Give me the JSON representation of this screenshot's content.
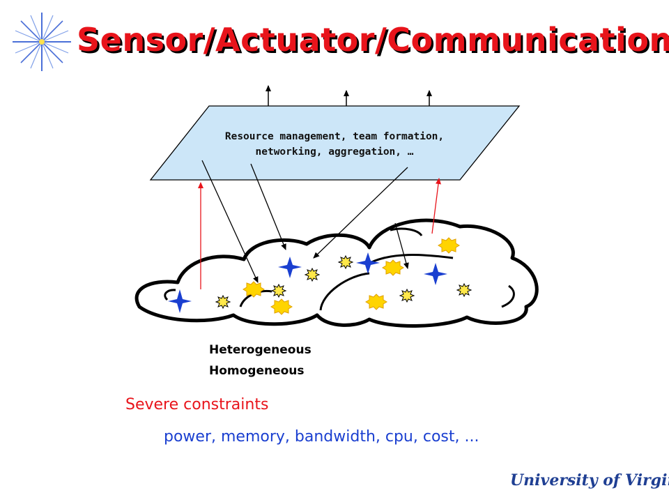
{
  "slide": {
    "title": "Sensor/Actuator/Communication",
    "plane_text_line1": "Resource management, team formation,",
    "plane_text_line2": "networking, aggregation, …",
    "legend_heterogeneous": "Heterogeneous",
    "legend_homogeneous": "Homogeneous",
    "constraints_title": "Severe constraints",
    "constraints_list": "power, memory, bandwidth, cpu, cost, ...",
    "logo_text": "University of Virginia"
  },
  "colors": {
    "title": "#e8141b",
    "plane_fill": "#cce6f8",
    "constraints_title": "#e8141b",
    "constraints_list": "#1a3fd0",
    "star_node": "#1a3fd0",
    "sun_node": "#ffd400",
    "up_arrow": "#e8141b"
  }
}
